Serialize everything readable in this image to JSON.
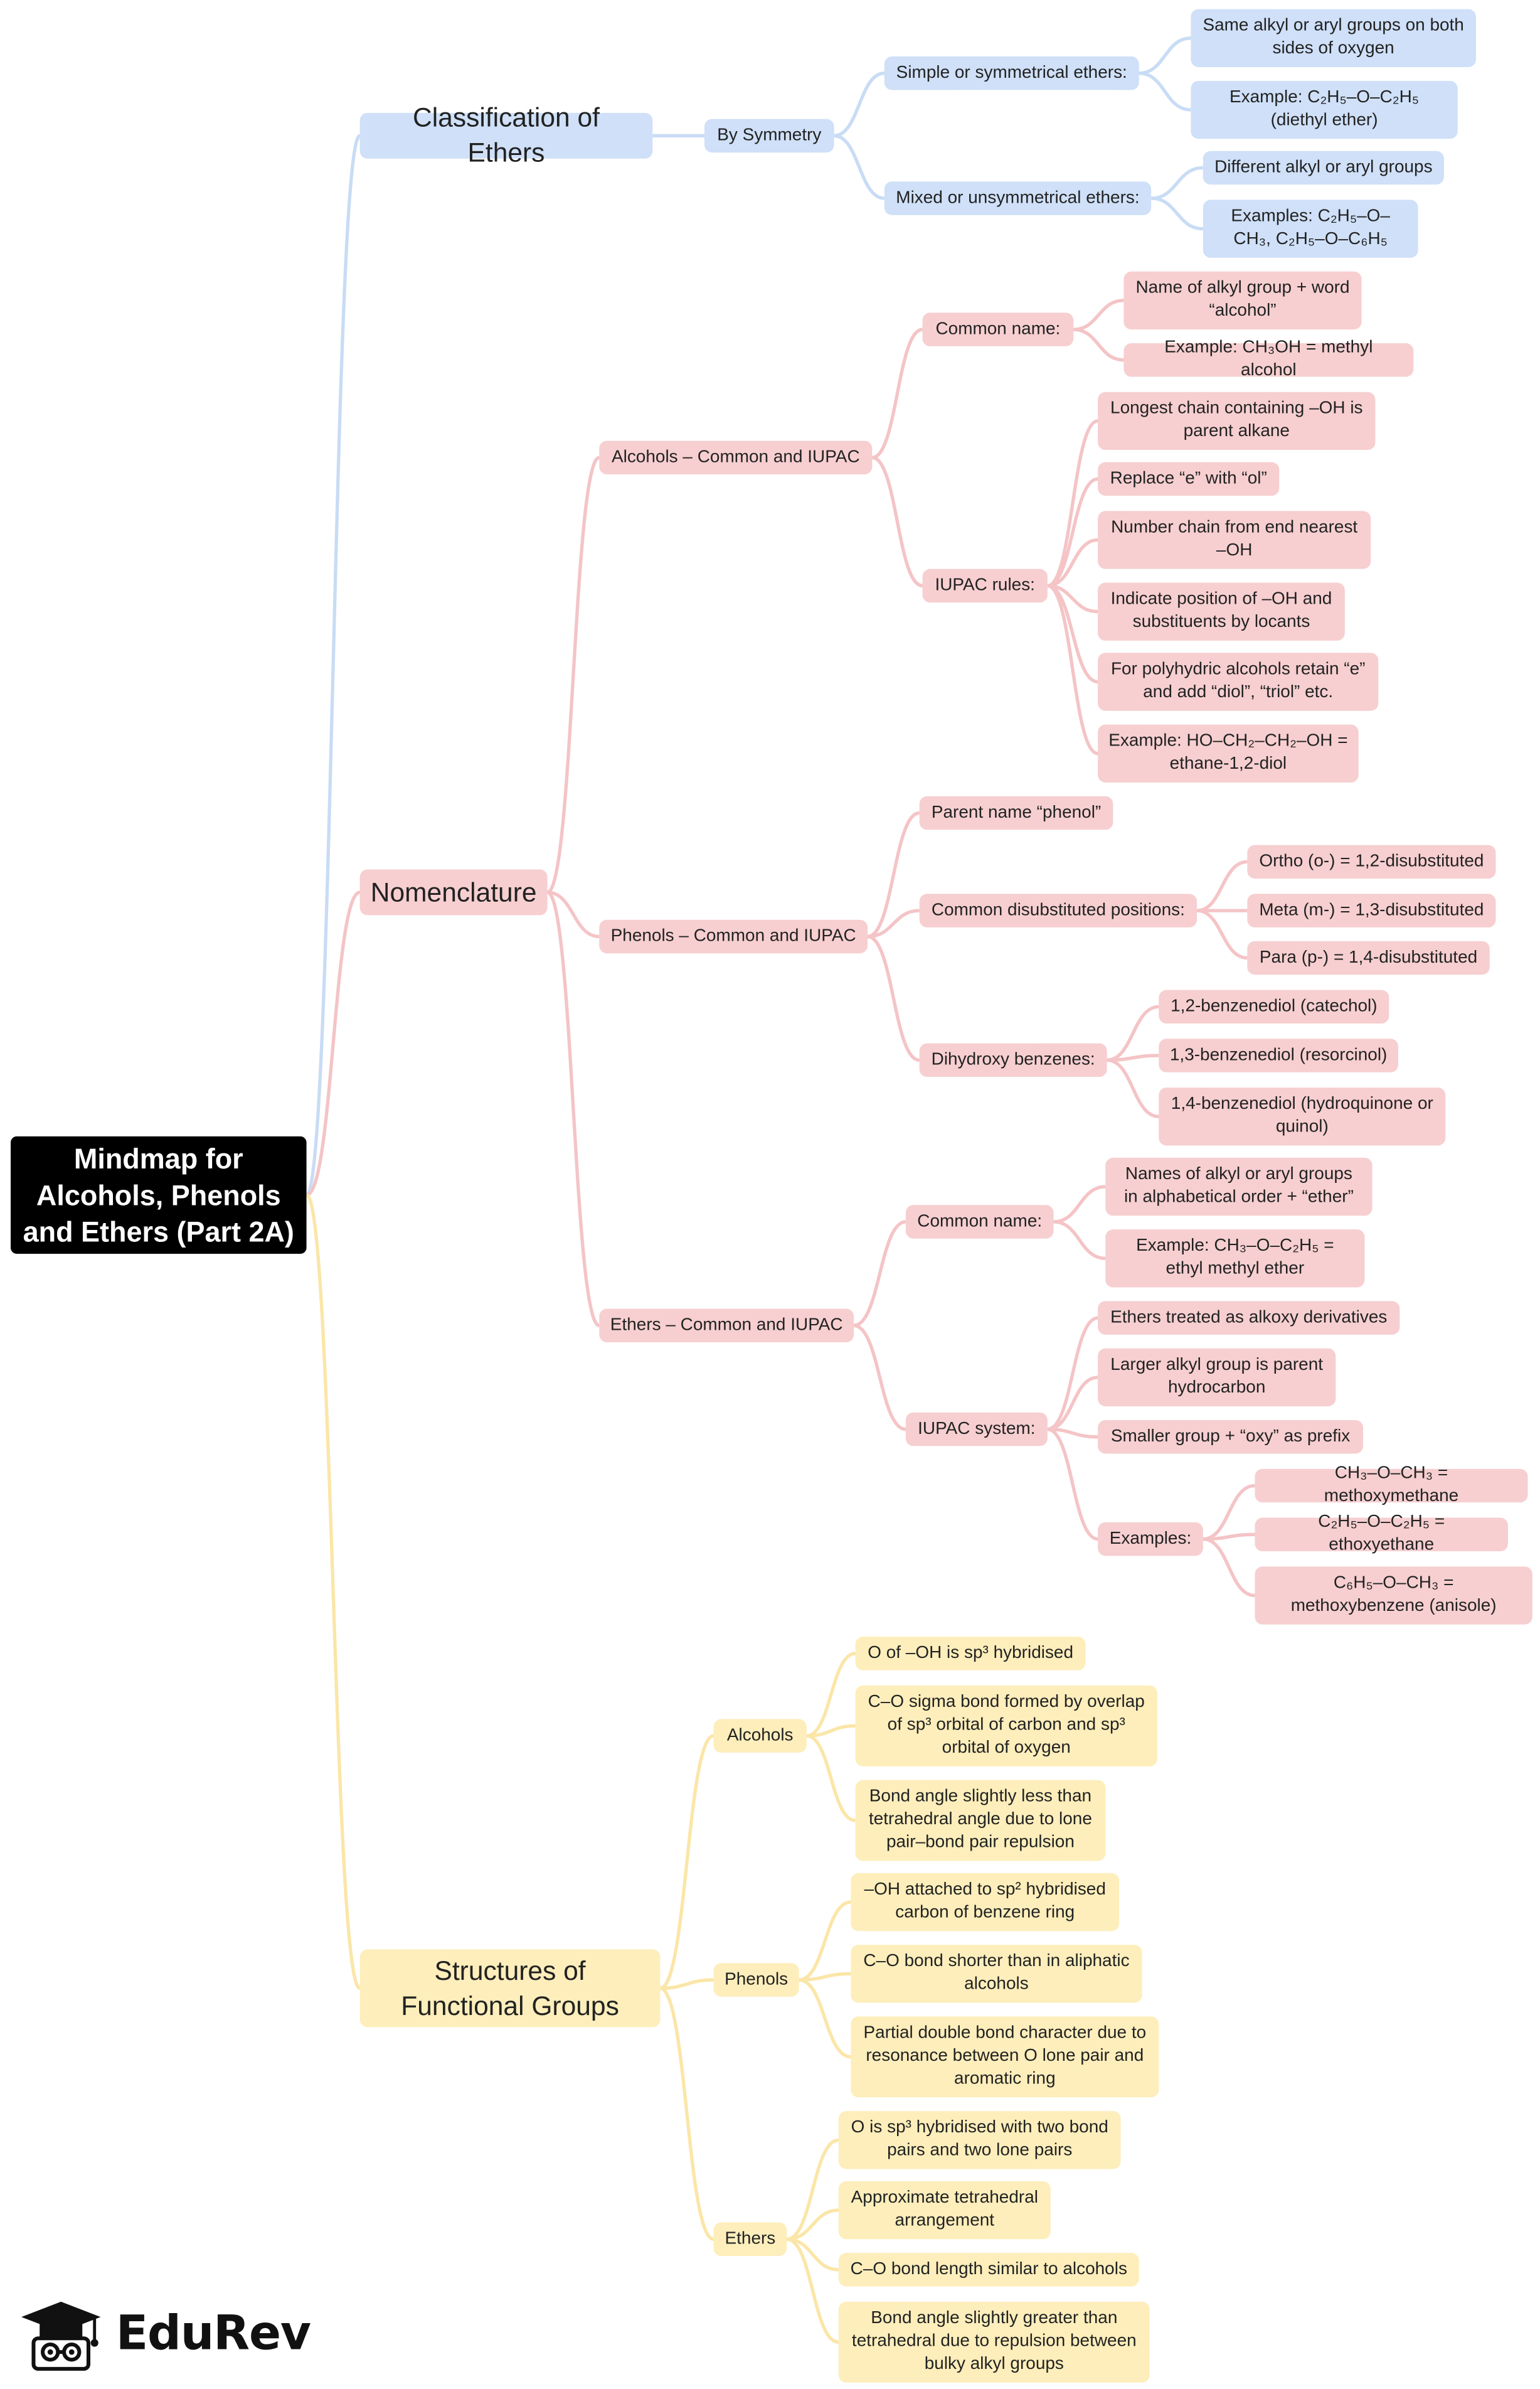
{
  "colors": {
    "blue": "#cfe0f8",
    "pink": "#f7cfd0",
    "yellow": "#fdeebb",
    "blue_line": "#c9dcf5",
    "pink_line": "#f4c4c6",
    "yellow_line": "#fbe6a8"
  },
  "root": "Mindmap for Alcohols, Phenols and Ethers (Part 2A)",
  "classification": {
    "title": "Classification of Ethers",
    "by_symmetry": "By Symmetry",
    "simple": "Simple or symmetrical ethers:",
    "simple_1": "Same alkyl or aryl groups on both sides of oxygen",
    "simple_2": "Example: C₂H₅–O–C₂H₅ (diethyl ether)",
    "mixed": "Mixed or unsymmetrical ethers:",
    "mixed_1": "Different alkyl or aryl groups",
    "mixed_2": "Examples: C₂H₅–O–CH₃, C₂H₅–O–C₆H₅"
  },
  "nomenclature": {
    "title": "Nomenclature",
    "alcohols": {
      "title": "Alcohols – Common and IUPAC",
      "common": "Common name:",
      "common_1": "Name of alkyl group + word “alcohol”",
      "common_2": "Example: CH₃OH = methyl alcohol",
      "iupac": "IUPAC rules:",
      "iupac_1": "Longest chain containing –OH is parent alkane",
      "iupac_2": "Replace “e” with “ol”",
      "iupac_3": "Number chain from end nearest –OH",
      "iupac_4": "Indicate position of –OH and substituents by locants",
      "iupac_5": "For polyhydric alcohols retain “e” and add “diol”, “triol” etc.",
      "iupac_6": "Example: HO–CH₂–CH₂–OH = ethane-1,2-diol"
    },
    "phenols": {
      "title": "Phenols – Common and IUPAC",
      "parent": "Parent name “phenol”",
      "disub": "Common disubstituted positions:",
      "disub_1": "Ortho (o-) = 1,2-disubstituted",
      "disub_2": "Meta (m-) = 1,3-disubstituted",
      "disub_3": "Para (p-) = 1,4-disubstituted",
      "dihyd": "Dihydroxy benzenes:",
      "dihyd_1": "1,2-benzenediol (catechol)",
      "dihyd_2": "1,3-benzenediol (resorcinol)",
      "dihyd_3": "1,4-benzenediol (hydroquinone or quinol)"
    },
    "ethers": {
      "title": "Ethers – Common and IUPAC",
      "common": "Common name:",
      "common_1": "Names of alkyl or aryl groups in alphabetical order + “ether”",
      "common_2": "Example: CH₃–O–C₂H₅ = ethyl methyl ether",
      "iupac": "IUPAC system:",
      "iupac_1": "Ethers treated as alkoxy derivatives",
      "iupac_2": "Larger alkyl group is parent hydrocarbon",
      "iupac_3": "Smaller group + “oxy” as prefix",
      "examples": "Examples:",
      "ex_1": "CH₃–O–CH₃ = methoxymethane",
      "ex_2": "C₂H₅–O–C₂H₅ = ethoxyethane",
      "ex_3": "C₆H₅–O–CH₃ = methoxybenzene (anisole)"
    }
  },
  "structures": {
    "title": "Structures of Functional Groups",
    "alcohols": "Alcohols",
    "alc_1": "O of –OH is sp³ hybridised",
    "alc_2": "C–O sigma bond formed by overlap of sp³ orbital of carbon and sp³ orbital of oxygen",
    "alc_3": "Bond angle slightly less than tetrahedral angle due to lone pair–bond pair repulsion",
    "phenols": "Phenols",
    "phe_1": "–OH attached to sp² hybridised carbon of benzene ring",
    "phe_2": "C–O bond shorter than in aliphatic alcohols",
    "phe_3": "Partial double bond character due to resonance between O lone pair and aromatic ring",
    "ethers": "Ethers",
    "eth_1": "O is sp³ hybridised with two bond pairs and two lone pairs",
    "eth_2": "Approximate tetrahedral arrangement",
    "eth_3": "C–O bond length similar to alcohols",
    "eth_4": "Bond angle slightly greater than tetrahedral due to repulsion between bulky alkyl groups"
  },
  "brand": {
    "name": "EduRev",
    "icon": "graduate-cap-logo-icon"
  }
}
